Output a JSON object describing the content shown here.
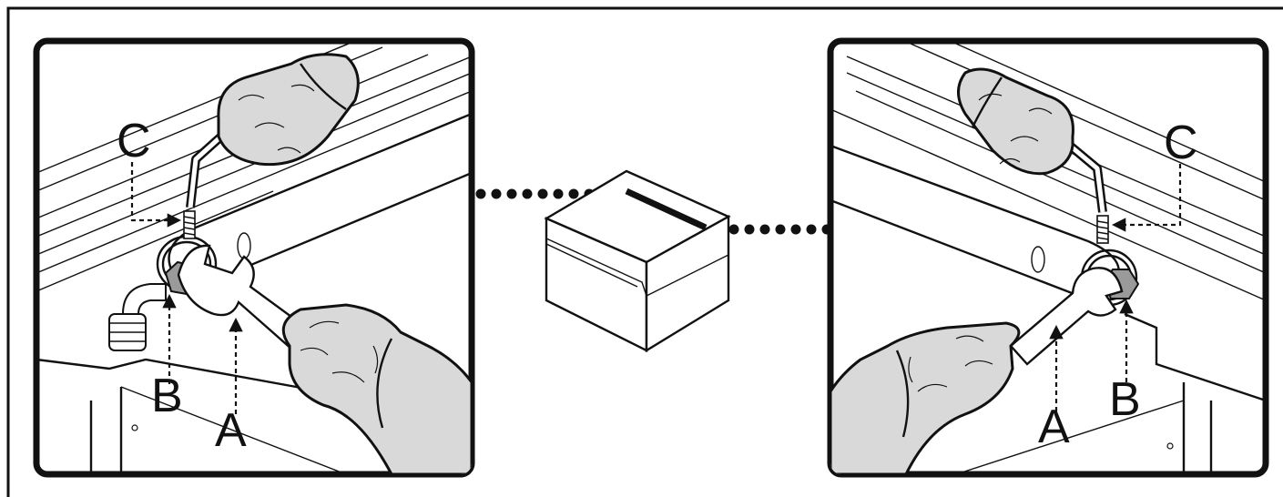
{
  "colors": {
    "line": "#111111",
    "glove": "#d9d9d9",
    "nut": "#9a9a9a",
    "background": "#ffffff"
  },
  "left_panel": {
    "label_a": "A",
    "label_b": "B",
    "label_c": "C"
  },
  "right_panel": {
    "label_a": "A",
    "label_b": "B",
    "label_c": "C"
  }
}
